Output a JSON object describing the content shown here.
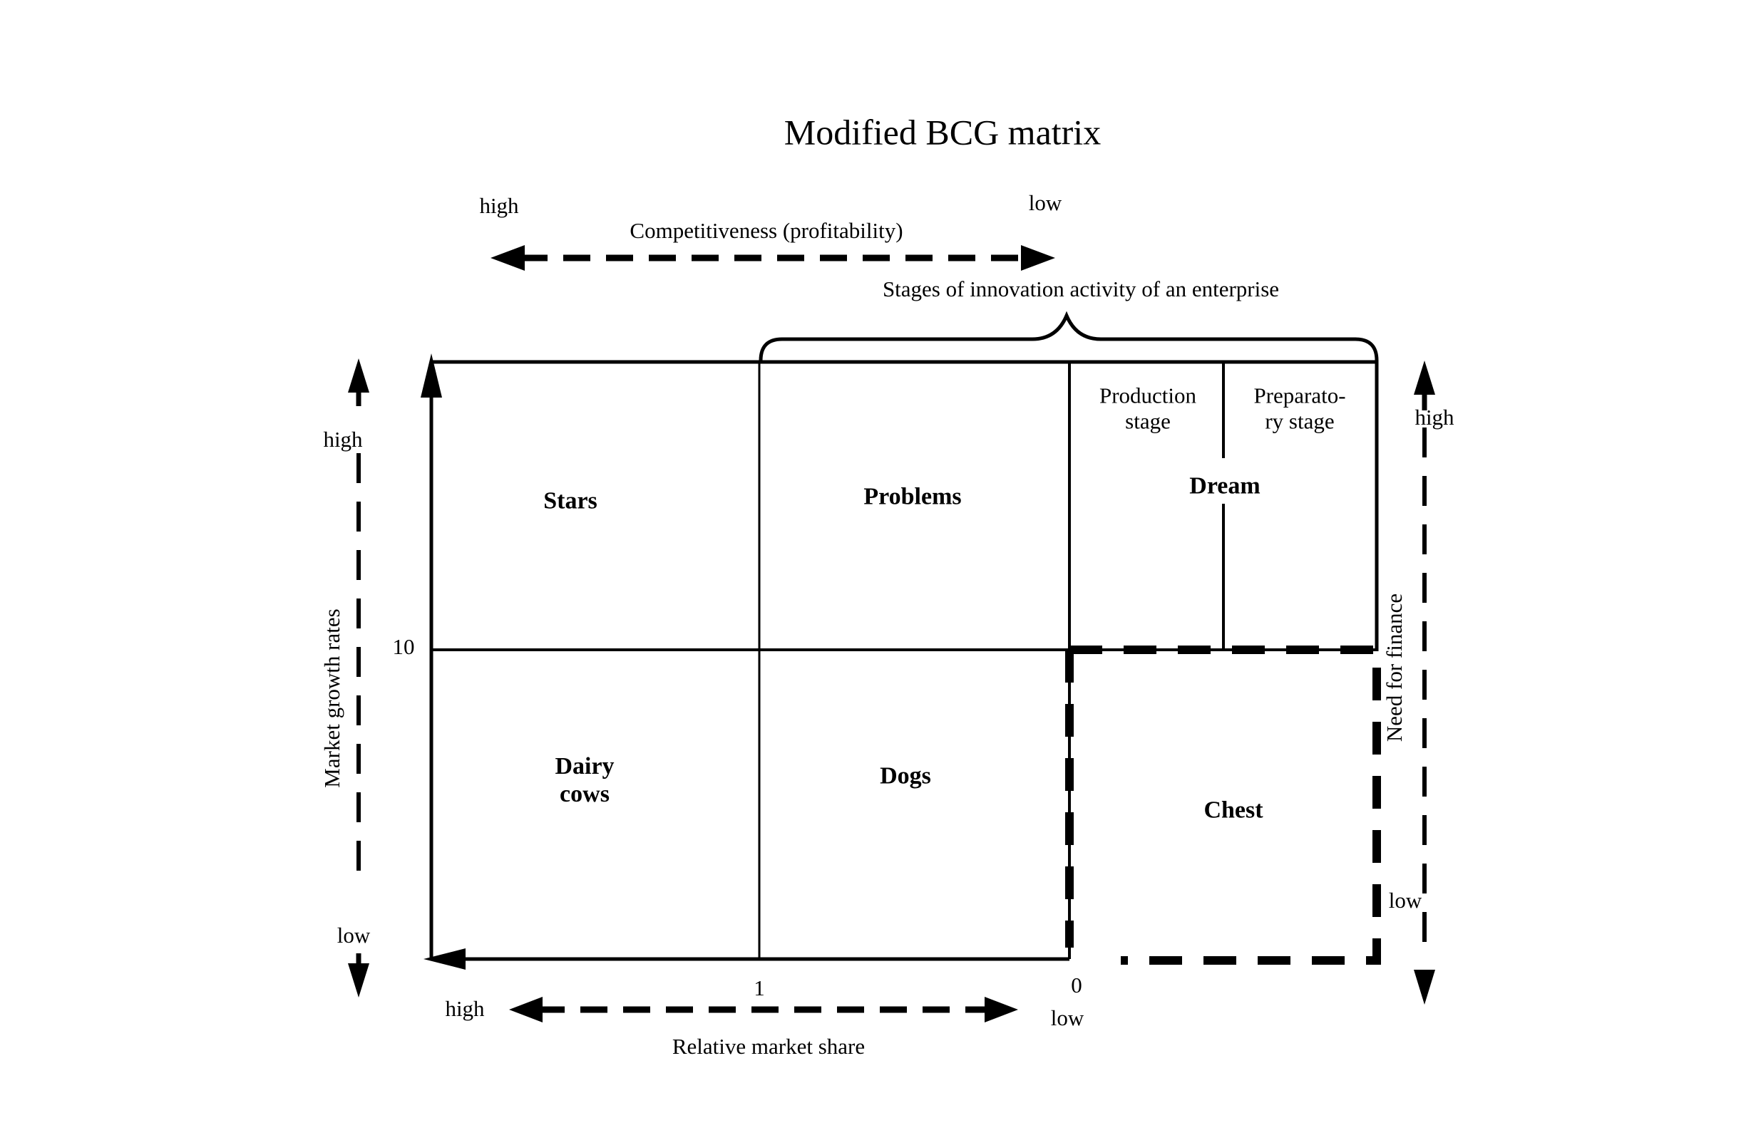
{
  "title": "Modified BCG matrix",
  "colors": {
    "ink": "#000000",
    "background": "#ffffff"
  },
  "competitiveness_axis": {
    "label": "Competitiveness (profitability)",
    "high": "high",
    "low": "low"
  },
  "innovation_brace": {
    "label": "Stages of innovation activity of an enterprise"
  },
  "stage_columns": {
    "production": {
      "line1": "Production",
      "line2": "stage"
    },
    "preparatory": {
      "line1": "Preparato-",
      "line2": "ry stage"
    }
  },
  "quadrants": {
    "stars": "Stars",
    "problems": "Problems",
    "dream": "Dream",
    "dairy_cows": {
      "line1": "Dairy",
      "line2": "cows"
    },
    "dogs": "Dogs",
    "chest": "Chest"
  },
  "market_growth_axis": {
    "label": "Market growth rates",
    "high": "high",
    "low": "low",
    "tick_10": "10"
  },
  "relative_market_share_axis": {
    "label": "Relative market share",
    "high": "high",
    "low": "low",
    "tick_1": "1",
    "tick_0": "0"
  },
  "need_for_finance_axis": {
    "label": "Need for finance",
    "high": "high",
    "low": "low"
  }
}
